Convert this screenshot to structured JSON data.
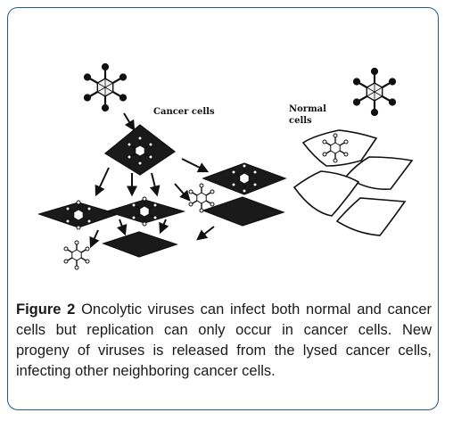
{
  "labels": {
    "cancer_cells": "Cancer cells",
    "normal_cells_line1": "Normal",
    "normal_cells_line2": "cells"
  },
  "caption": {
    "figure_label": "Figure 2",
    "text": "Oncolytic viruses can infect both normal and cancer cells but replication can only occur in cancer cells. New progeny of viruses is released from the lysed cancer cells, infecting other neighboring cancer cells."
  },
  "colors": {
    "border": "#1f5c8a",
    "cancer_cell_fill": "#1a1a1a",
    "normal_cell_fill": "#ffffff"
  }
}
